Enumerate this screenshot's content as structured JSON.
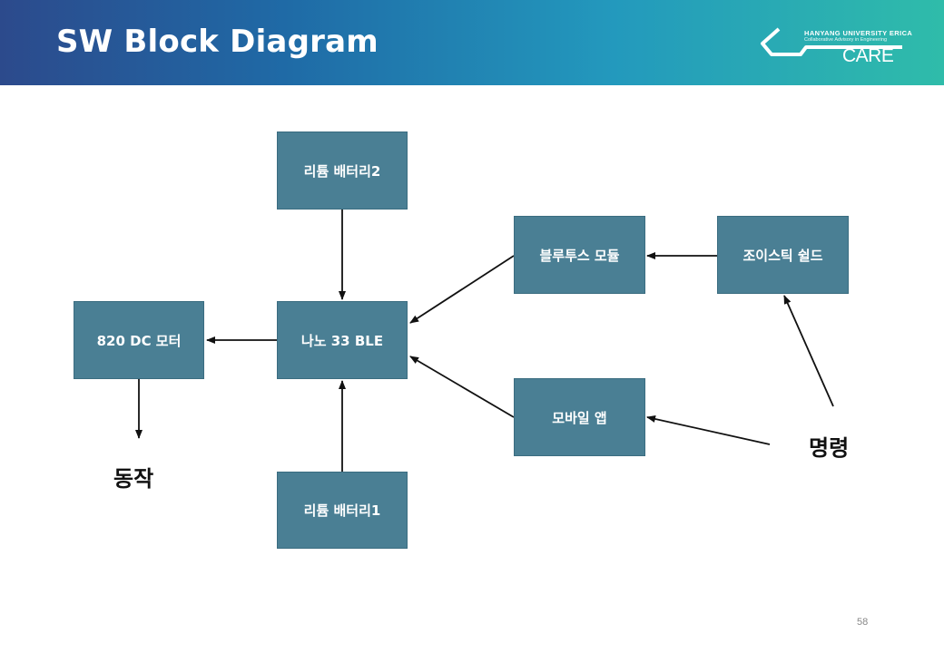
{
  "slide": {
    "title": "SW Block Diagram",
    "page_number": "58"
  },
  "logo": {
    "university": "HANYANG UNIVERSITY ERICA",
    "tagline": "Collaborative Advisory in Engineering",
    "brand": "CARE"
  },
  "diagram": {
    "nodes": {
      "battery2": "리튬 배터리2",
      "battery1": "리튬 배터리1",
      "nano": "나노 33 BLE",
      "motor": "820 DC 모터",
      "bluetooth": "블루투스 모듈",
      "joystick": "조이스틱 쉴드",
      "mobile_app": "모바일 앱"
    },
    "labels": {
      "action": "동작",
      "command": "명령"
    },
    "edges": [
      {
        "from": "battery2",
        "to": "nano"
      },
      {
        "from": "battery1",
        "to": "nano"
      },
      {
        "from": "nano",
        "to": "motor"
      },
      {
        "from": "motor",
        "to": "action"
      },
      {
        "from": "bluetooth",
        "to": "nano"
      },
      {
        "from": "mobile_app",
        "to": "nano"
      },
      {
        "from": "joystick",
        "to": "bluetooth"
      },
      {
        "from": "command",
        "to": "joystick"
      },
      {
        "from": "command",
        "to": "mobile_app"
      }
    ]
  },
  "colors": {
    "node_fill": "#4a7f94",
    "header_start": "#2c4a8c",
    "header_end": "#2fbcaa",
    "arrow": "#111111"
  }
}
